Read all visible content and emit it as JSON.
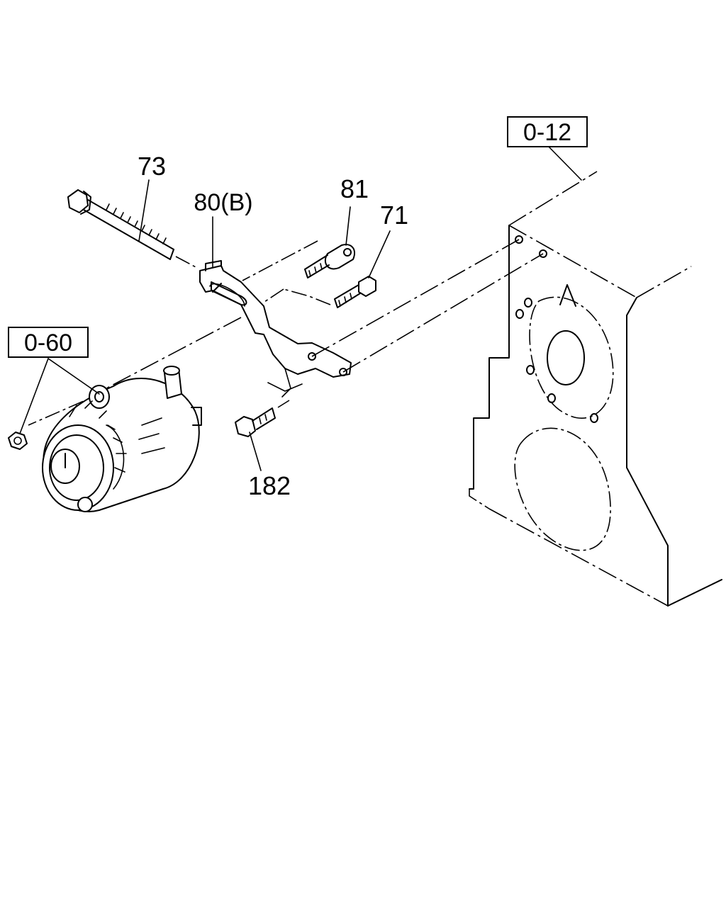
{
  "diagram": {
    "refs": {
      "engine": "0-12",
      "generator": "0-60"
    },
    "callouts": {
      "bolt_long": "73",
      "bracket": "80(B)",
      "spacer": "81",
      "bolt_short": "71",
      "bolt_lower": "182"
    },
    "colors": {
      "ink": "#000000",
      "paper": "#ffffff"
    }
  }
}
